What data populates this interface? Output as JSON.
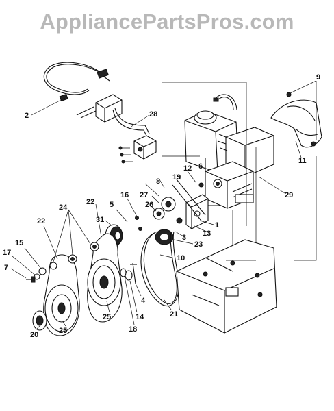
{
  "watermark": {
    "text": "AppliancePartsPros.com",
    "color": "#b8b8b8"
  },
  "callouts": [
    {
      "id": "2",
      "text": "2"
    },
    {
      "id": "28",
      "text": "28"
    },
    {
      "id": "9",
      "text": "9"
    },
    {
      "id": "11",
      "text": "11"
    },
    {
      "id": "29",
      "text": "29"
    },
    {
      "id": "12",
      "text": "12"
    },
    {
      "id": "6",
      "text": "6"
    },
    {
      "id": "19",
      "text": "19"
    },
    {
      "id": "8",
      "text": "8"
    },
    {
      "id": "27",
      "text": "27"
    },
    {
      "id": "26",
      "text": "26"
    },
    {
      "id": "16",
      "text": "16"
    },
    {
      "id": "5",
      "text": "5"
    },
    {
      "id": "22a",
      "text": "22"
    },
    {
      "id": "24",
      "text": "24"
    },
    {
      "id": "31",
      "text": "31"
    },
    {
      "id": "1",
      "text": "1"
    },
    {
      "id": "13",
      "text": "13"
    },
    {
      "id": "3",
      "text": "3"
    },
    {
      "id": "23",
      "text": "23"
    },
    {
      "id": "22b",
      "text": "22"
    },
    {
      "id": "15",
      "text": "15"
    },
    {
      "id": "17",
      "text": "17"
    },
    {
      "id": "7",
      "text": "7"
    },
    {
      "id": "10",
      "text": "10"
    },
    {
      "id": "4",
      "text": "4"
    },
    {
      "id": "14",
      "text": "14"
    },
    {
      "id": "21",
      "text": "21"
    },
    {
      "id": "18",
      "text": "18"
    },
    {
      "id": "25a",
      "text": "25"
    },
    {
      "id": "25b",
      "text": "25"
    },
    {
      "id": "20",
      "text": "20"
    }
  ]
}
